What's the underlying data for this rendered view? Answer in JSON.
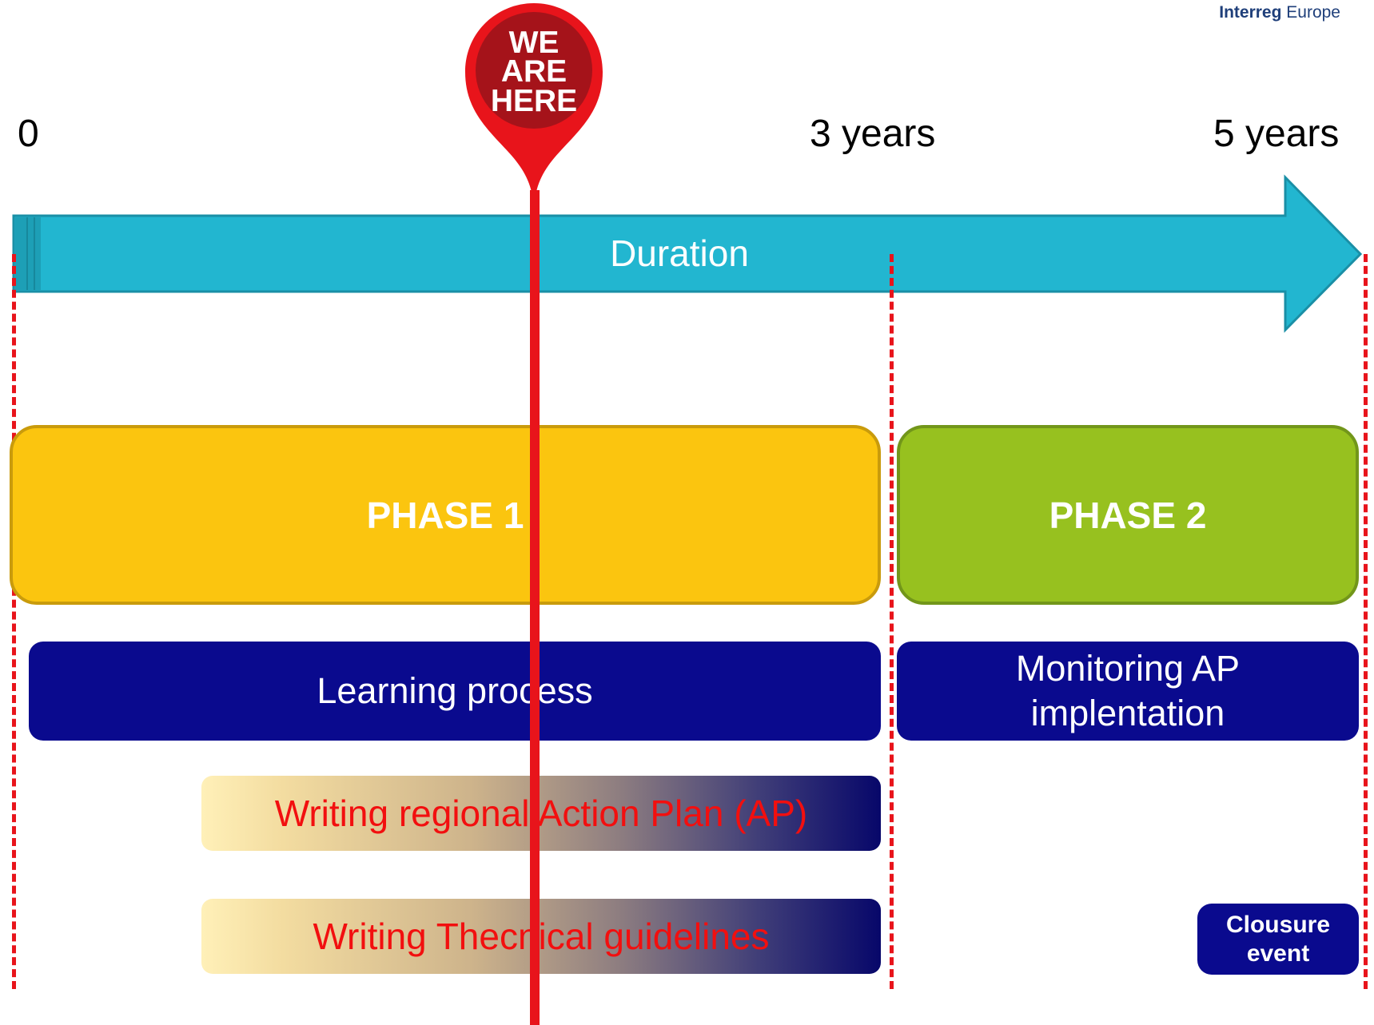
{
  "brand": {
    "logo_bold": "Interreg",
    "logo_regular": " Europe"
  },
  "timeline": {
    "ticks": [
      "0",
      "3 years",
      "5 years"
    ],
    "arrow_label": "Duration"
  },
  "marker": {
    "lines": [
      "WE",
      "ARE",
      "HERE"
    ]
  },
  "phases": [
    {
      "label": "PHASE 1",
      "color": "#fbc50f"
    },
    {
      "label": "PHASE 2",
      "color": "#97c11f"
    }
  ],
  "activities": {
    "learning": "Learning process",
    "monitoring_line1": "Monitoring AP",
    "monitoring_line2": "implentation",
    "writing_ap": "Writing regional Action Plan (AP)",
    "writing_tg": "Writing Thecnical guidelines",
    "closure_line1": "Clousure",
    "closure_line2": "event"
  },
  "colors": {
    "arrow": "#22b6d0",
    "marker": "#e8141b",
    "dark_blue": "#0a0a8e",
    "text_red": "#f20f0f"
  }
}
